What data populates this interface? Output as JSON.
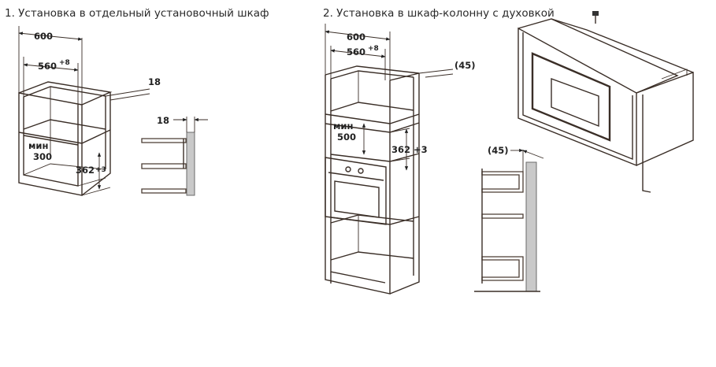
{
  "headings": {
    "option1": "1. Установка в отдельный установочный шкаф",
    "option2": "2. Установка в шкаф-колонну с духовкой"
  },
  "option1": {
    "width_outer": "600",
    "width_inner": "560",
    "width_inner_tol": "+8",
    "panel_18_side": "18",
    "panel_18_top": "18",
    "min_label": "мин",
    "min_value": "300",
    "height": "362",
    "height_tol": "+3"
  },
  "option2": {
    "width_outer": "600",
    "width_inner": "560",
    "width_inner_tol": "+8",
    "gap_side": "(45)",
    "gap_detail": "(45)",
    "min_label": "мин",
    "min_value": "500",
    "height": "362",
    "height_tol": "+3"
  }
}
